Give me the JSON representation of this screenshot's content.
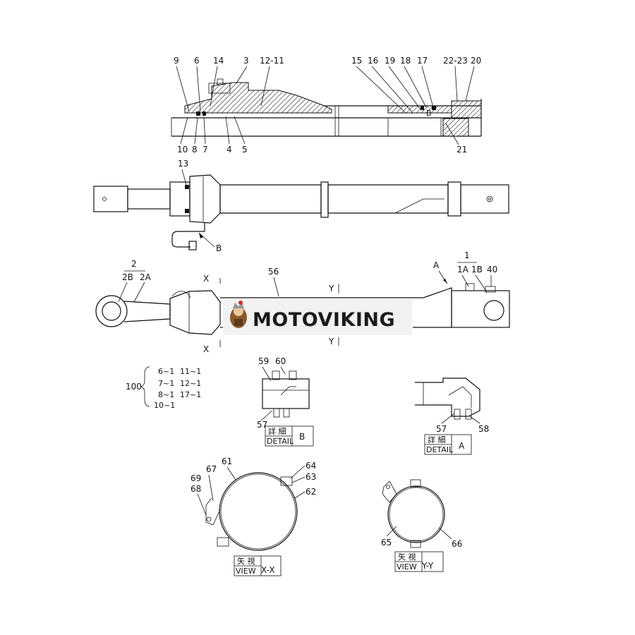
{
  "watermark": {
    "text": "MOTOVIKING",
    "logo_icon": "viking-mascot-icon",
    "box_color": "#f2f2f2"
  },
  "section_view": {
    "labels_top": [
      "9",
      "6",
      "14",
      "3",
      "12-11",
      "15",
      "16",
      "19",
      "18",
      "17",
      "22-23",
      "20"
    ],
    "labels_bottom": [
      "10",
      "8",
      "7",
      "4",
      "5",
      "21"
    ],
    "inner_mark": "B"
  },
  "side_view": {
    "labels": [
      "13",
      "B"
    ]
  },
  "top_view": {
    "labels": [
      "2",
      "2B",
      "2A",
      "X",
      "X",
      "56",
      "Y",
      "Y",
      "A",
      "1",
      "1A",
      "1B",
      "40"
    ]
  },
  "kit": {
    "number": "100",
    "items": [
      "6~1",
      "11~1",
      "7~1",
      "12~1",
      "8~1",
      "17~1",
      "10~1"
    ]
  },
  "detail_b": {
    "labels": [
      "59",
      "60",
      "57"
    ],
    "caption_jp": "詳 細",
    "caption_en": "DETAIL",
    "letter": "B"
  },
  "detail_a": {
    "labels": [
      "57",
      "58"
    ],
    "caption_jp": "詳 細",
    "caption_en": "DETAIL",
    "letter": "A"
  },
  "view_xx": {
    "labels": [
      "61",
      "64",
      "63",
      "62",
      "67",
      "69",
      "68"
    ],
    "caption_jp": "矢 視",
    "caption_en": "VIEW",
    "letter": "X-X"
  },
  "view_yy": {
    "labels": [
      "65",
      "66"
    ],
    "caption_jp": "矢 視",
    "caption_en": "VIEW",
    "letter": "Y-Y"
  }
}
